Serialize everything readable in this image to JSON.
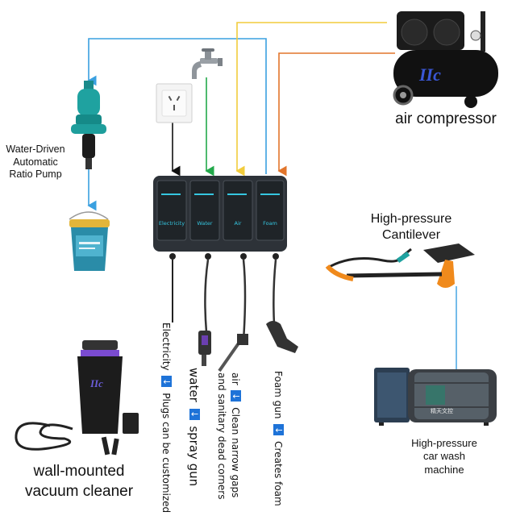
{
  "labels": {
    "air_compressor": "air compressor",
    "pump": [
      "Water-Driven",
      "Automatic",
      "Ratio Pump"
    ],
    "cantilever": [
      "High-pressure",
      "Cantilever"
    ],
    "car_wash": [
      "High-pressure",
      "car wash",
      "machine"
    ],
    "vacuum": [
      "wall-mounted",
      "vacuum cleaner"
    ]
  },
  "unit_labels": [
    "Electricity",
    "Water",
    "Air",
    "Foam"
  ],
  "callouts": [
    {
      "name": "Electricity",
      "text": "Plugs can be customized"
    },
    {
      "name": "water",
      "text": "spray gun"
    },
    {
      "name": "air",
      "text": "Clean narrow gaps",
      "text2": "and sanitary dead corners"
    },
    {
      "name": "Foam gun",
      "text": "Creates foam"
    }
  ],
  "icons": {
    "arrow": "↓",
    "logo": "IIc",
    "machine_brand": "精天文控"
  },
  "line_colors": {
    "water": "#3aa0e0",
    "electric": "#111111",
    "green": "#22a84a",
    "air": "#f2cc3c",
    "orange": "#e2752b"
  }
}
